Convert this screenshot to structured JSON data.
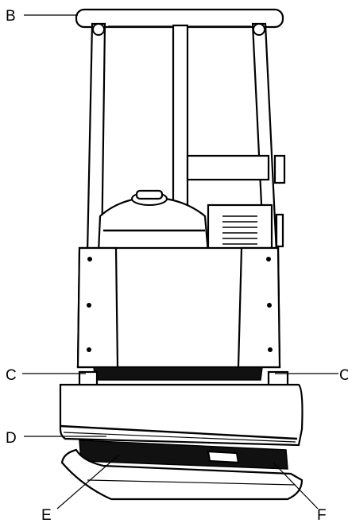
{
  "labels": {
    "b": "B",
    "c_left": "C",
    "c_right": "C",
    "d": "D",
    "e": "E",
    "f": "F"
  }
}
